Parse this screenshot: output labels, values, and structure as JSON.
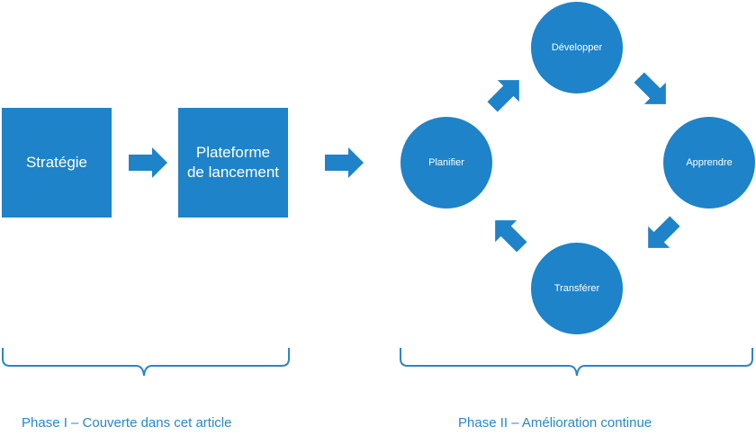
{
  "phase1": {
    "boxes": {
      "strategy": "Stratégie",
      "launch_line1": "Plateforme",
      "launch_line2": "de lancement"
    },
    "label": "Phase I – Couverte dans cet article"
  },
  "phase2": {
    "cycle": {
      "plan": "Planifier",
      "develop": "Développer",
      "learn": "Apprendre",
      "transfer": "Transférer"
    },
    "label": "Phase II – Amélioration continue"
  },
  "colors": {
    "shape_fill": "#1e83c8",
    "shape_text": "#ffffff",
    "brace": "#2a86c8",
    "label_text": "#2a86c8"
  }
}
